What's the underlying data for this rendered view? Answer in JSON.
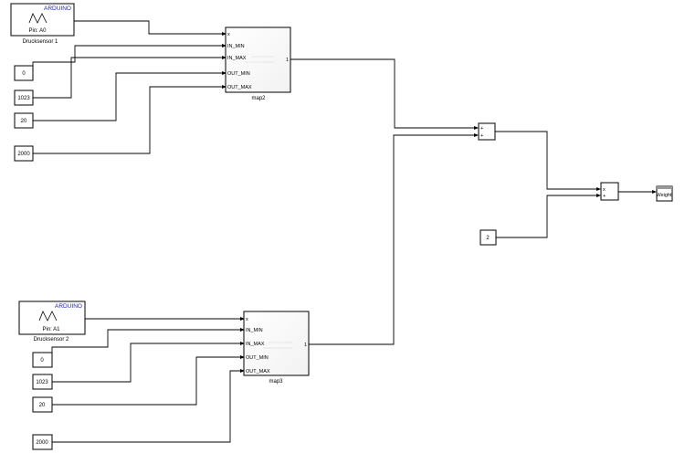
{
  "arduino_blocks": [
    {
      "brand": "ARDUINO",
      "pin": "Pin: A0",
      "name": "Drucksensor 1"
    },
    {
      "brand": "ARDUINO",
      "pin": "Pin: A1",
      "name": "Drucksensor 2"
    }
  ],
  "map_blocks": [
    {
      "name": "map2",
      "ports": [
        "x",
        "IN_MIN",
        "IN_MAX",
        "OUT_MIN",
        "OUT_MAX"
      ],
      "output": "1"
    },
    {
      "name": "map3",
      "ports": [
        "x",
        "IN_MIN",
        "IN_MAX",
        "OUT_MIN",
        "OUT_MAX"
      ],
      "output": "1"
    }
  ],
  "constants_top": [
    "0",
    "1023",
    "20",
    "2000"
  ],
  "constants_bottom": [
    "0",
    "1023",
    "20",
    "2000"
  ],
  "sum_block": {
    "ports": [
      "+",
      "+"
    ]
  },
  "product_block": {
    "ports": [
      "x",
      "+"
    ]
  },
  "gain_constant": "2",
  "display": {
    "label": "Weight"
  }
}
